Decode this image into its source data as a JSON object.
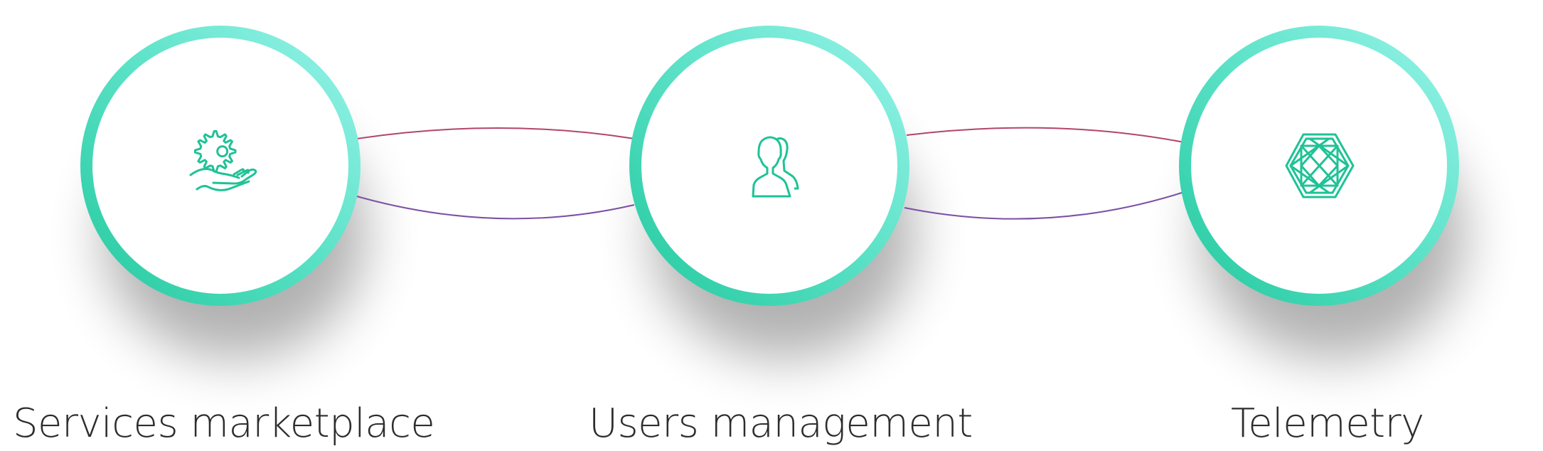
{
  "nodes": [
    {
      "id": "services",
      "label": "Services marketplace",
      "icon": "gear-on-hand-icon"
    },
    {
      "id": "users",
      "label": "Users management",
      "icon": "users-group-icon"
    },
    {
      "id": "telemetry",
      "label": "Telemetry",
      "icon": "hexagon-mesh-icon"
    }
  ],
  "colors": {
    "ring_dark": "#2ecfa6",
    "ring_light": "#8ff0e6",
    "icon": "#1fc296",
    "connector_top": "#b2456b",
    "connector_bottom": "#7c4fa6",
    "label": "#2d2d2d"
  }
}
